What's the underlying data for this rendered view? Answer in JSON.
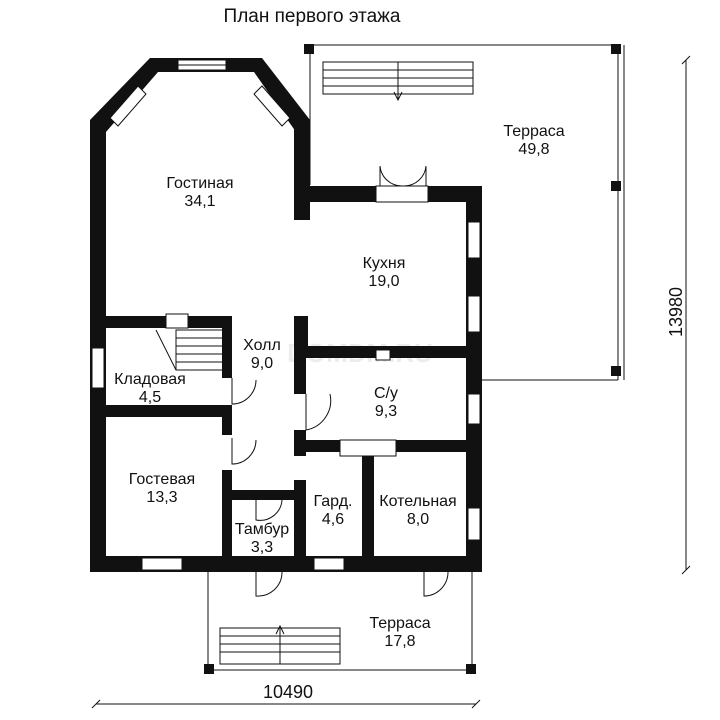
{
  "title": "План первого этажа",
  "rooms": [
    {
      "name": "Гостиная",
      "area": "34,1"
    },
    {
      "name": "Кухня",
      "area": "19,0"
    },
    {
      "name": "Холл",
      "area": "9,0"
    },
    {
      "name": "Кладовая",
      "area": "4,5"
    },
    {
      "name": "С/у",
      "area": "9,3"
    },
    {
      "name": "Гостевая",
      "area": "13,3"
    },
    {
      "name": "Гард.",
      "area": "4,6"
    },
    {
      "name": "Котельная",
      "area": "8,0"
    },
    {
      "name": "Тамбур",
      "area": "3,3"
    },
    {
      "name": "Терраса",
      "area": "49,8"
    },
    {
      "name": "Терраса",
      "area": "17,8"
    }
  ],
  "dimensions": {
    "width": "10490",
    "height": "13980"
  },
  "watermark": "DOMDM.RU"
}
